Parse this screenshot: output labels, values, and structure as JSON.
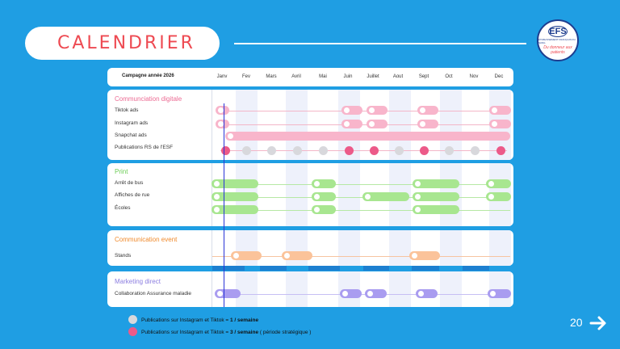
{
  "title": "CALENDRIER",
  "logo": {
    "abbr": "EFS",
    "subtitle": "ÉTABLISSEMENT FRANÇAIS DU SANG",
    "slogan": "Du donneur aux patients"
  },
  "page_number": "20",
  "header": {
    "label": "Campagne année 2026",
    "months": [
      "Janv",
      "Fev",
      "Mars",
      "Avril",
      "Mai",
      "Juin",
      "Juillet",
      "Aout",
      "Sept",
      "Oct",
      "Nov",
      "Dec"
    ]
  },
  "sections": [
    {
      "title": "Communciation digitale",
      "color": "#ec6a93",
      "rows": [
        "Tiktok ads",
        "Instagram ads",
        "Snapchat ads",
        "Publications RS de l'ESF"
      ]
    },
    {
      "title": "Print",
      "color": "#7ed86a",
      "rows": [
        "Arrêt de bus",
        "Affiches de rue",
        "Écoles"
      ]
    },
    {
      "title": "Communication event",
      "color": "#f08a2c",
      "rows": [
        "Stands"
      ]
    },
    {
      "title": "Marketing direct",
      "color": "#8b7de0",
      "rows": [
        "Collaboration Assurance maladie"
      ]
    }
  ],
  "legend": [
    {
      "text_before": "Publications sur Instagram et Tiktok = ",
      "text_bold": "1 / semaine",
      "text_after": "",
      "color": "#d8d8dc"
    },
    {
      "text_before": "Publications sur Instagram et Tiktok = ",
      "text_bold": "3 / semaine",
      "text_after": " ( période stratégique )",
      "color": "#ec5a89"
    }
  ],
  "colors": {
    "background": "#1f9ee3",
    "title": "#ee4a52",
    "digital": "#f8b5cb",
    "digital_strong": "#ec5a89",
    "print": "#a8e690",
    "event": "#fbc39a",
    "direct": "#a99cf0",
    "dot_light": "#d8d8dc"
  }
}
